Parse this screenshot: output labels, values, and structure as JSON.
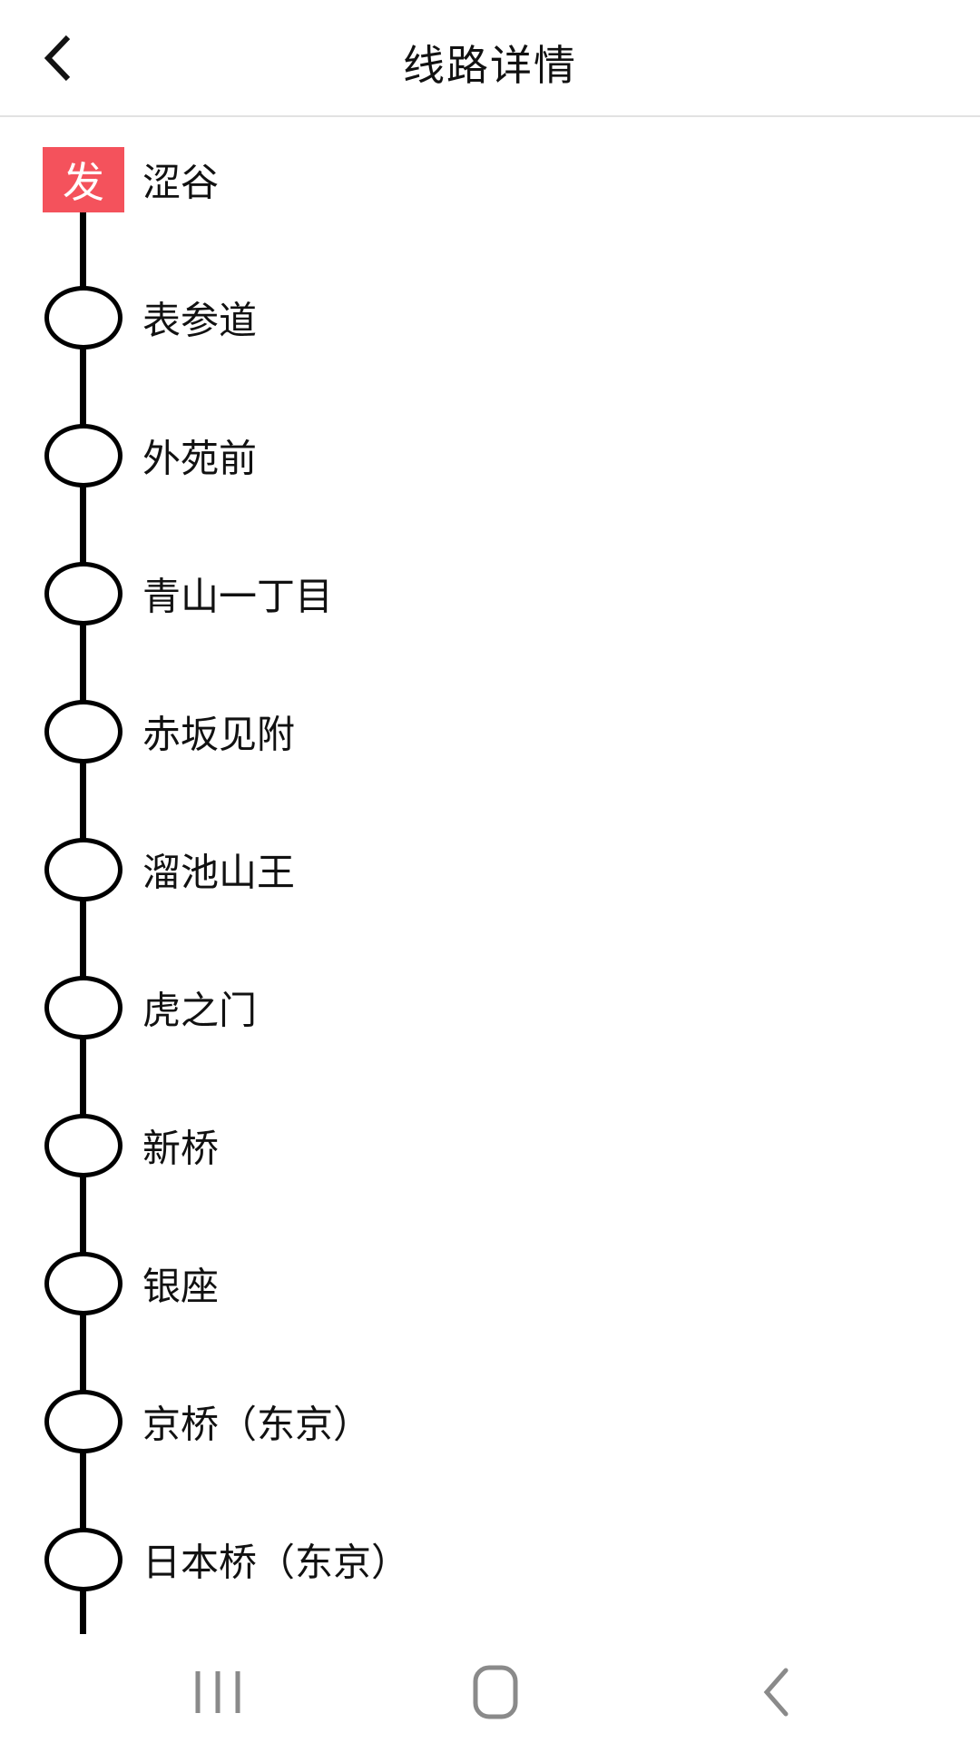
{
  "header": {
    "title": "线路详情",
    "back_icon": "chevron-left-icon"
  },
  "timeline": {
    "origin_badge_label": "发",
    "stations": [
      {
        "name": "涩谷",
        "type": "origin"
      },
      {
        "name": "表参道",
        "type": "stop"
      },
      {
        "name": "外苑前",
        "type": "stop"
      },
      {
        "name": "青山一丁目",
        "type": "stop"
      },
      {
        "name": "赤坂见附",
        "type": "stop"
      },
      {
        "name": "溜池山王",
        "type": "stop"
      },
      {
        "name": "虎之门",
        "type": "stop"
      },
      {
        "name": "新桥",
        "type": "stop"
      },
      {
        "name": "银座",
        "type": "stop"
      },
      {
        "name": "京桥（东京）",
        "type": "stop"
      },
      {
        "name": "日本桥（东京）",
        "type": "stop"
      }
    ]
  },
  "nav_bar": {
    "icons": [
      "recents-icon",
      "home-icon",
      "back-icon"
    ]
  },
  "colors": {
    "origin_badge": "#F4525C",
    "timeline_line": "#000000",
    "station_text": "#111111",
    "nav_icon": "#8A8A8A",
    "header_divider": "#E2E2E2"
  }
}
